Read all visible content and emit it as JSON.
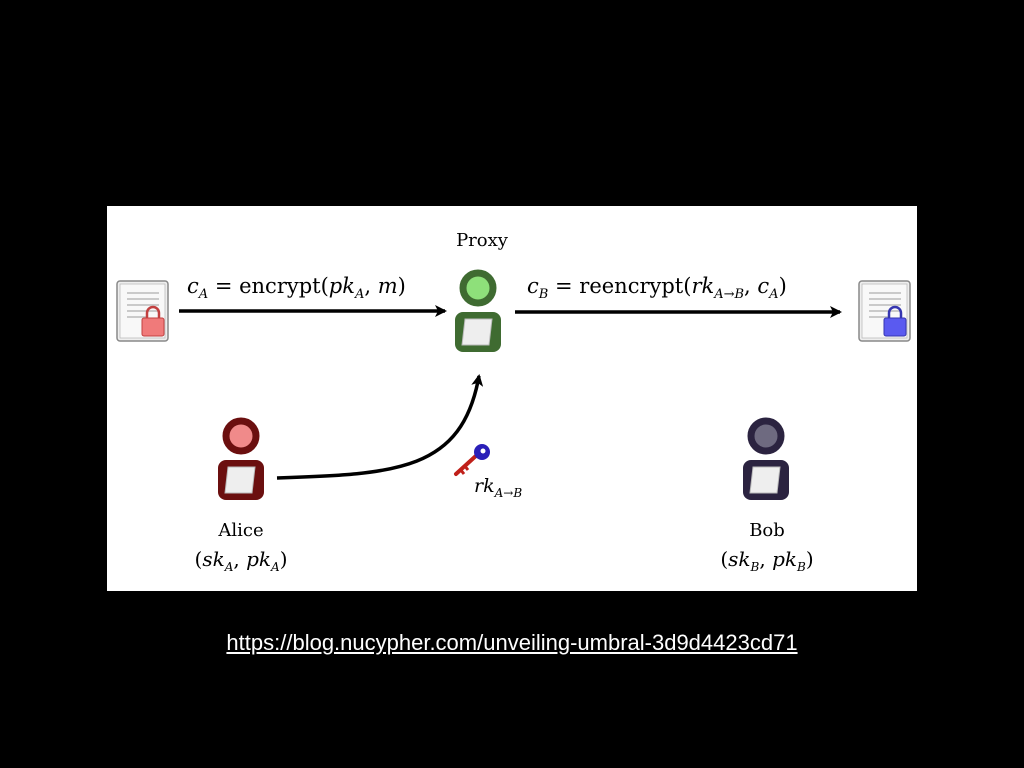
{
  "diagram": {
    "proxy": {
      "label": "Proxy",
      "color": "#3f6b31",
      "head_fill": "#8ee07a"
    },
    "alice": {
      "label": "Alice",
      "keys": "(skA, pkA)",
      "keys_parts": {
        "open": "(",
        "sk": "sk",
        "sub1": "A",
        "sep": ", ",
        "pk": "pk",
        "sub2": "A",
        "close": ")"
      },
      "color": "#6b0f0f",
      "head_fill": "#f08a8a"
    },
    "bob": {
      "label": "Bob",
      "keys": "(skB, pkB)",
      "keys_parts": {
        "open": "(",
        "sk": "sk",
        "sub1": "B",
        "sep": ", ",
        "pk": "pk",
        "sub2": "B",
        "close": ")"
      },
      "color": "#2b2340",
      "head_fill": "#6e6a80"
    },
    "encrypt_label": {
      "full": "cA = encrypt(pkA, m)",
      "c": "c",
      "c_sub": "A",
      "eq": " = encrypt(",
      "pk": "pk",
      "pk_sub": "A",
      "rest": ", ",
      "m": "m",
      "close": ")"
    },
    "reencrypt_label": {
      "full": "cB = reencrypt(rkA→B, cA)",
      "c": "c",
      "c_sub": "B",
      "eq": " = reencrypt(",
      "rk": "rk",
      "rk_sub": "A→B",
      "sep": ", ",
      "c2": "c",
      "c2_sub": "A",
      "close": ")"
    },
    "rekey_label": {
      "full": "rkA→B",
      "rk": "rk",
      "sub": "A→B"
    },
    "doc_left_lock_color": "#f07a7a",
    "doc_right_lock_color": "#5a5af0",
    "key_colors": {
      "bow": "#2a1fb8",
      "shaft": "#c0201a"
    }
  },
  "footer": {
    "link_text": "https://blog.nucypher.com/unveiling-umbral-3d9d4423cd71"
  }
}
